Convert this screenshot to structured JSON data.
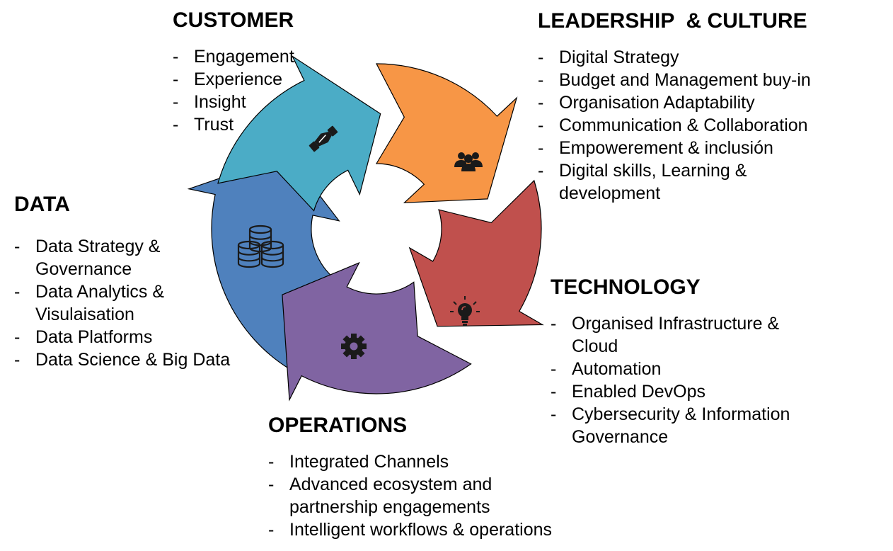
{
  "colors": {
    "customer": "#4BACC6",
    "leadership": "#F79646",
    "technology": "#C0504D",
    "operations": "#8064A2",
    "data": "#4F81BD",
    "icon": "#1a1a1a"
  },
  "icons": {
    "customer": "handshake-icon",
    "leadership": "people-group-icon",
    "technology": "lightbulb-icon",
    "operations": "gear-icon",
    "data": "database-stack-icon"
  },
  "bullet": "-",
  "sections": {
    "customer": {
      "heading": "CUSTOMER",
      "items": [
        "Engagement",
        "Experience",
        "Insight",
        "Trust"
      ]
    },
    "leadership": {
      "heading": "LEADERSHIP  & CULTURE",
      "items": [
        "Digital Strategy",
        "Budget and Management buy-in",
        "Organisation Adaptability",
        "Communication & Collaboration",
        "Empowerement & inclusión",
        "Digital skills, Learning &\ndevelopment"
      ]
    },
    "technology": {
      "heading": "TECHNOLOGY",
      "items": [
        "Organised Infrastructure &\nCloud",
        "Automation",
        "Enabled DevOps",
        "Cybersecurity & Information\nGovernance"
      ]
    },
    "operations": {
      "heading": "OPERATIONS",
      "items": [
        "Integrated Channels",
        "Advanced ecosystem and\npartnership engagements",
        "Intelligent workflows & operations"
      ]
    },
    "data": {
      "heading": "DATA",
      "items": [
        "Data Strategy &\nGovernance",
        "Data Analytics &\nVisulaisation",
        "Data Platforms",
        "Data Science & Big Data"
      ]
    }
  }
}
